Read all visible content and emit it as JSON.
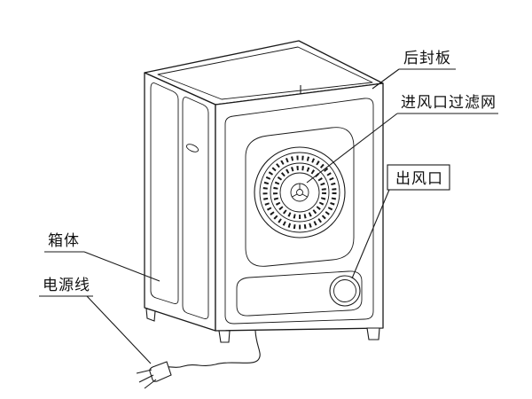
{
  "figure": {
    "title_hint": "dryer-rear-view-parts-diagram",
    "labels": {
      "rear_panel": "后封板",
      "inlet_filter": "进风口过滤网",
      "outlet": "出风口",
      "cabinet": "箱体",
      "power_cord": "电源线"
    },
    "colors": {
      "line": "#1a1a1a",
      "background": "#ffffff"
    }
  }
}
